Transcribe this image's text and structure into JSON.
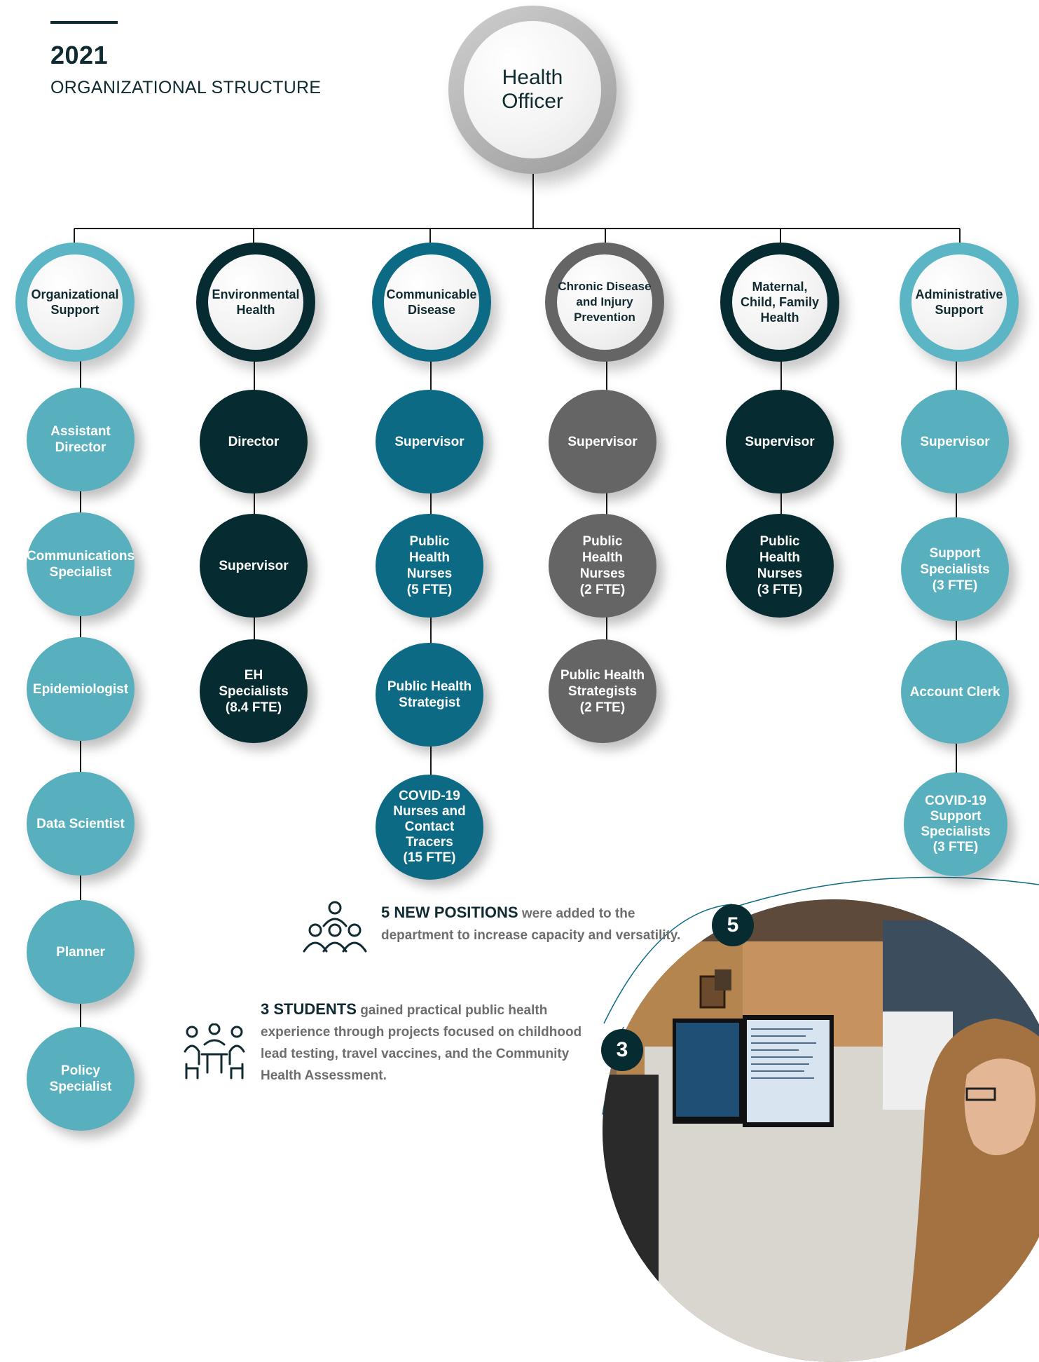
{
  "header": {
    "year": "2021",
    "subtitle": "ORGANIZATIONAL STRUCTURE"
  },
  "root": {
    "line1": "Health",
    "line2": "Officer"
  },
  "departments": [
    {
      "name": "Organizational Support",
      "ring_color": "#5cb5c4",
      "nodes": [
        "Assistant Director",
        "Communications Specialist",
        "Epidemiologist",
        "Data Scientist",
        "Planner",
        "Policy Specialist"
      ]
    },
    {
      "name": "Environmental Health",
      "ring_color": "#062b31",
      "nodes": [
        "Director",
        "Supervisor",
        "EH Specialists (8.4 FTE)"
      ]
    },
    {
      "name": "Communicable Disease",
      "ring_color": "#0c6a85",
      "nodes": [
        "Supervisor",
        "Public Health Nurses (5 FTE)",
        "Public Health Strategist",
        "COVID-19 Nurses and Contact Tracers (15 FTE)"
      ]
    },
    {
      "name": "Chronic Disease and Injury Prevention",
      "ring_color": "#656565",
      "nodes": [
        "Supervisor",
        "Public Health Nurses (2 FTE)",
        "Public Health Strategists (2 FTE)"
      ]
    },
    {
      "name": "Maternal, Child, Family Health",
      "ring_color": "#062b31",
      "nodes": [
        "Supervisor",
        "Public Health Nurses (3 FTE)"
      ]
    },
    {
      "name": "Administrative Support",
      "ring_color": "#5cb5c4",
      "nodes": [
        "Supervisor",
        "Support Specialists (3 FTE)",
        "Account Clerk",
        "COVID-19 Support Specialists (3 FTE)"
      ]
    }
  ],
  "dept_labels": {
    "org": [
      "Organizational",
      "Support"
    ],
    "env": [
      "Environmental",
      "Health"
    ],
    "comm": [
      "Communicable",
      "Disease"
    ],
    "chronic": [
      "Chronic Disease",
      "and Injury",
      "Prevention"
    ],
    "mat": [
      "Maternal,",
      "Child, Family",
      "Health"
    ],
    "admin": [
      "Administrative",
      "Support"
    ]
  },
  "node_labels": {
    "org_1": [
      "Assistant",
      "Director"
    ],
    "org_2": [
      "Communications",
      "Specialist"
    ],
    "org_3": [
      "Epidemiologist"
    ],
    "org_4": [
      "Data Scientist"
    ],
    "org_5": [
      "Planner"
    ],
    "org_6": [
      "Policy",
      "Specialist"
    ],
    "env_1": [
      "Director"
    ],
    "env_2": [
      "Supervisor"
    ],
    "env_3": [
      "EH",
      "Specialists",
      "(8.4 FTE)"
    ],
    "comm_1": [
      "Supervisor"
    ],
    "comm_2": [
      "Public",
      "Health",
      "Nurses",
      "(5 FTE)"
    ],
    "comm_3": [
      "Public Health",
      "Strategist"
    ],
    "comm_4": [
      "COVID-19",
      "Nurses and",
      "Contact",
      "Tracers",
      "(15 FTE)"
    ],
    "chronic_1": [
      "Supervisor"
    ],
    "chronic_2": [
      "Public",
      "Health",
      "Nurses",
      "(2 FTE)"
    ],
    "chronic_3": [
      "Public Health",
      "Strategists",
      "(2 FTE)"
    ],
    "mat_1": [
      "Supervisor"
    ],
    "mat_2": [
      "Public",
      "Health",
      "Nurses",
      "(3 FTE)"
    ],
    "admin_1": [
      "Supervisor"
    ],
    "admin_2": [
      "Support",
      "Specialists",
      "(3 FTE)"
    ],
    "admin_3": [
      "Account Clerk"
    ],
    "admin_4": [
      "COVID-19",
      "Support",
      "Specialists",
      "(3 FTE)"
    ]
  },
  "stats": {
    "positions": {
      "count_label": "5 NEW POSITIONS",
      "line1_rest": "were added to the",
      "line2": "department to increase capacity and versatility.",
      "icon": "group-of-people-icon",
      "badge": "5"
    },
    "students": {
      "count_label": "3 STUDENTS",
      "line1_rest": "gained practical public health",
      "line2": "experience through projects focused on childhood",
      "line3": "lead testing, travel vaccines, and the Community",
      "line4": "Health Assessment.",
      "icon": "meeting-people-icon",
      "badge": "3"
    }
  },
  "colors": {
    "light": "#58afbd",
    "dark": "#062b31",
    "teal": "#0c6a85",
    "gray": "#656565",
    "text": "#0f2a30"
  },
  "photo": {
    "icon": "office-worker-photo"
  }
}
